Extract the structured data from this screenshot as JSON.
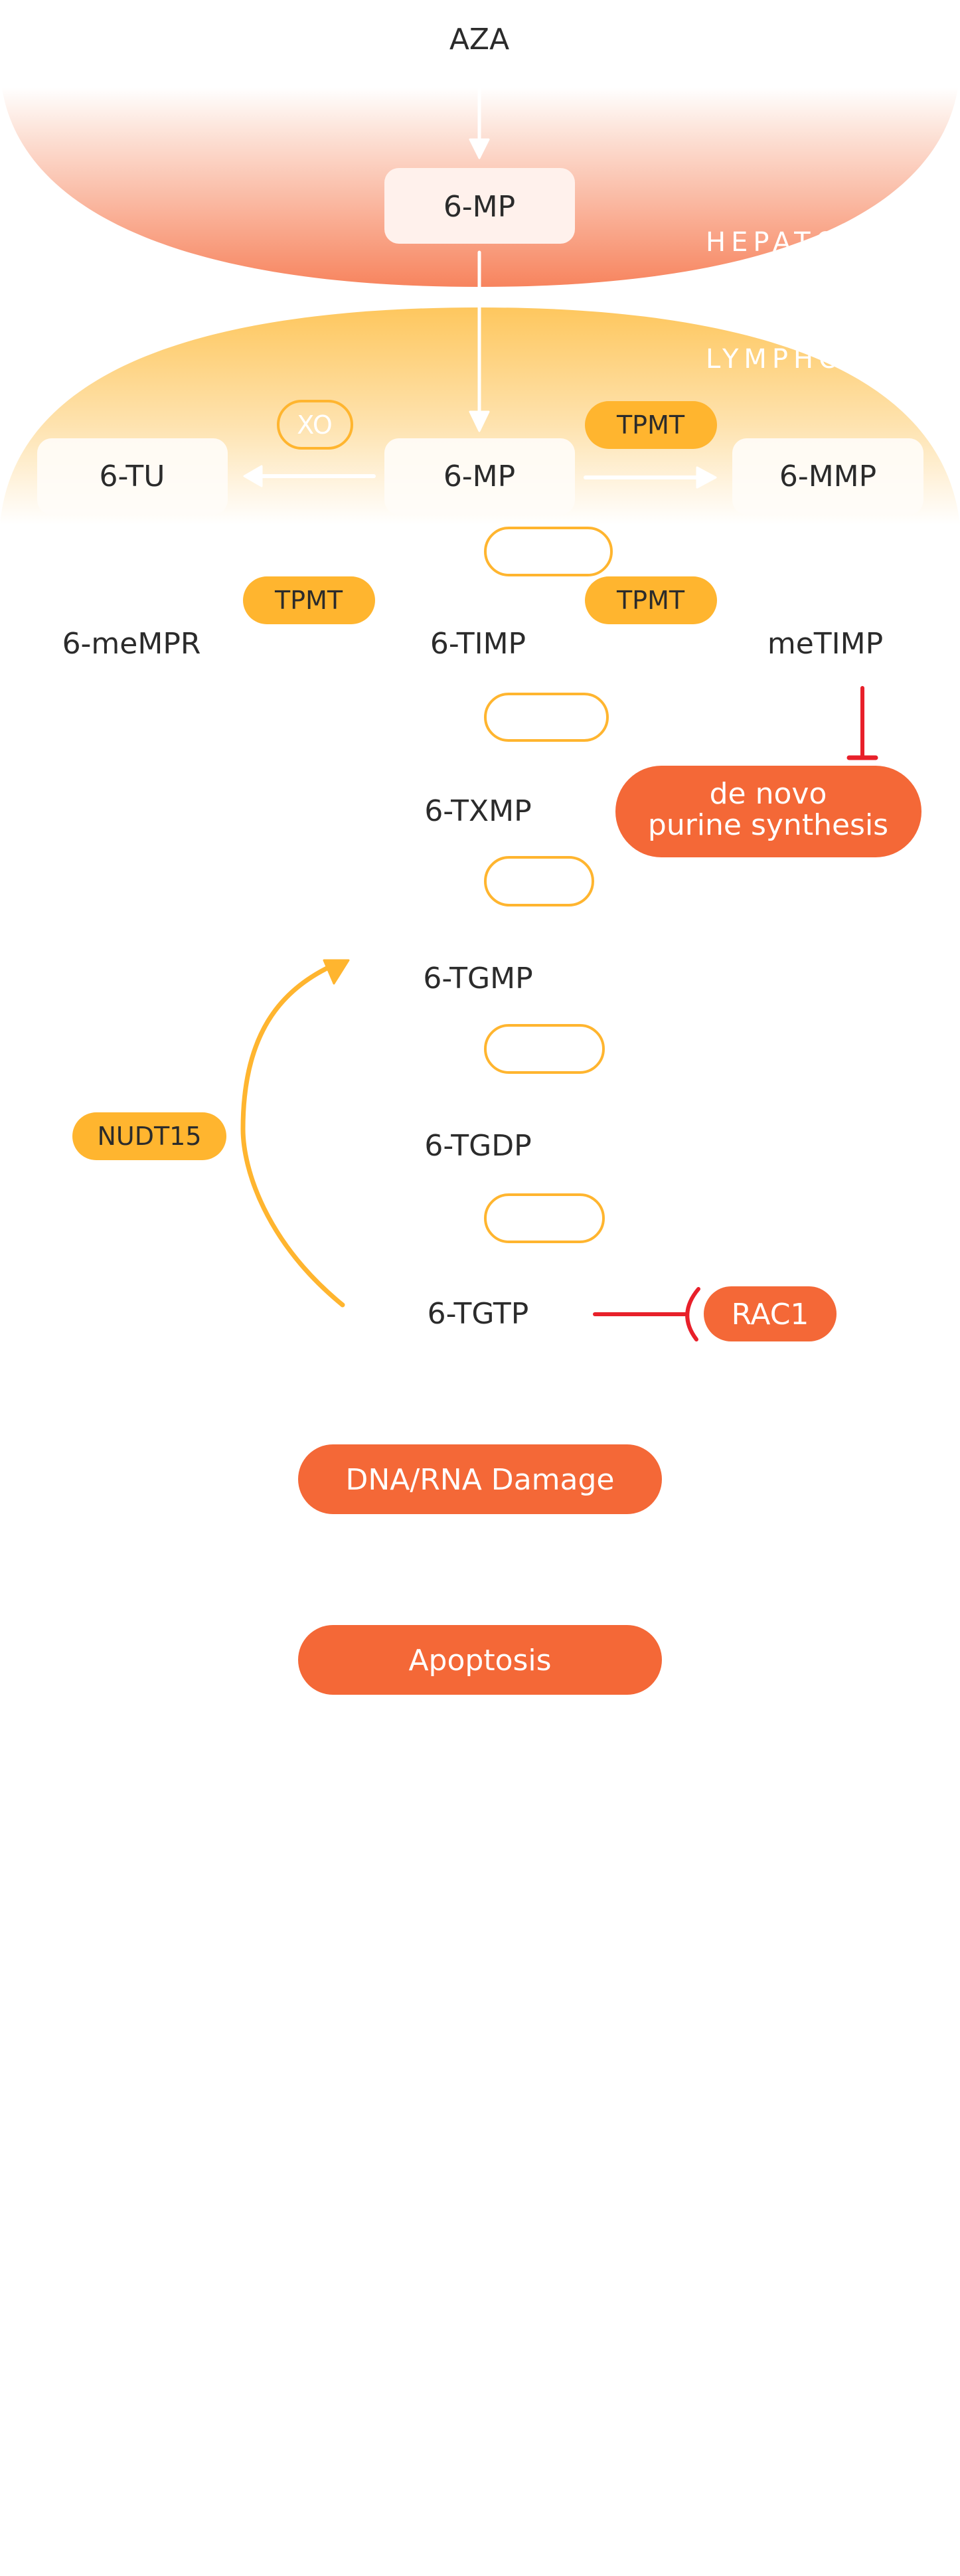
{
  "colors": {
    "hepatocyte_gradient_bottom": "#F7845E",
    "lymphocyte_gradient_top": "#FEC75E",
    "enzyme_fill": "#FFB52F",
    "outcome_fill": "#F46837",
    "inhibition": "#E8202A",
    "text_dark": "#2b2b2b",
    "box_fill": "#FFF8F2"
  },
  "regions": {
    "hepatocyte": {
      "label": "HEPATOCYTE"
    },
    "lymphocyte": {
      "label": "LYMPHOCYTE"
    }
  },
  "prodrug": {
    "label": "AZA"
  },
  "hepatocyte_nodes": {
    "mp": {
      "label": "6-MP"
    }
  },
  "lymphocyte_nodes": {
    "tu": {
      "label": "6-TU"
    },
    "mp": {
      "label": "6-MP"
    },
    "mmp": {
      "label": "6-MMP"
    }
  },
  "enzymes": {
    "xo": {
      "label": "XO",
      "style": "outlined"
    },
    "tpmt_top": {
      "label": "TPMT",
      "style": "filled"
    },
    "tpmt_left": {
      "label": "TPMT",
      "style": "filled"
    },
    "tpmt_right": {
      "label": "TPMT",
      "style": "filled"
    },
    "nudt15": {
      "label": "NUDT15",
      "style": "filled"
    },
    "blank_pills": [
      "",
      "",
      "",
      "",
      ""
    ]
  },
  "metabolites": {
    "memp_r": {
      "label": "6-meMPR"
    },
    "timp": {
      "label": "6-TIMP"
    },
    "metimp": {
      "label": "meTIMP"
    },
    "txmp": {
      "label": "6-TXMP"
    },
    "tgmp": {
      "label": "6-TGMP"
    },
    "tgdp": {
      "label": "6-TGDP"
    },
    "tgtp": {
      "label": "6-TGTP"
    }
  },
  "outcomes": {
    "de_novo": {
      "line1": "de novo",
      "line2": "purine synthesis"
    },
    "rac1": {
      "label": "RAC1"
    },
    "dna_rna_damage": {
      "label": "DNA/RNA Damage"
    },
    "apoptosis": {
      "label": "Apoptosis"
    }
  }
}
